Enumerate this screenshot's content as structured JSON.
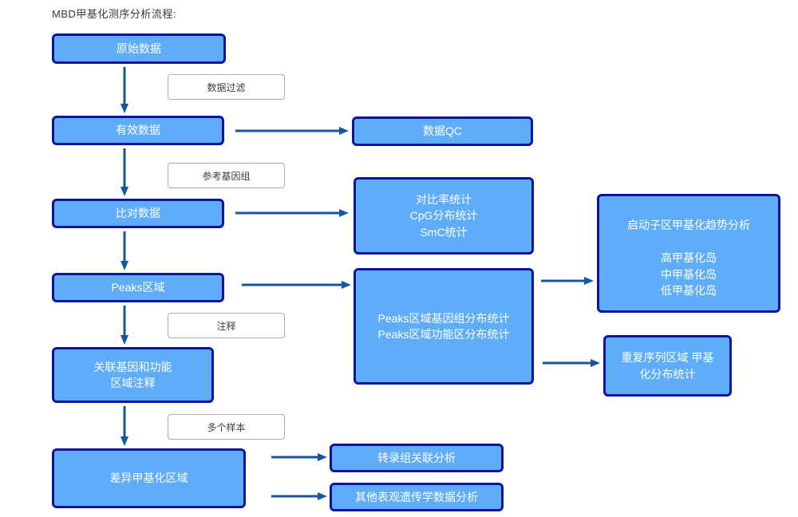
{
  "title": "MBD甲基化测序分析流程:",
  "nodes": {
    "raw_data": {
      "lines": [
        "原始数据"
      ]
    },
    "valid_data": {
      "lines": [
        "有效数据"
      ]
    },
    "data_qc": {
      "lines": [
        "数据QC"
      ]
    },
    "aligned_data": {
      "lines": [
        "比对数据"
      ]
    },
    "align_stats": {
      "lines": [
        "对比率统计",
        "CpG分布统计",
        "SmC统计"
      ]
    },
    "peaks_region": {
      "lines": [
        "Peaks区域"
      ]
    },
    "peaks_stats": {
      "lines": [
        "Peaks区域基因组分布统计",
        "Peaks区域功能区分布统计"
      ]
    },
    "promoter_trend": {
      "heading": "启动子区甲基化趋势分析",
      "sublines": [
        "高甲基化岛",
        "中甲基化岛",
        "低甲基化岛"
      ]
    },
    "repeat_stats": {
      "lines": [
        "重复序列区域 甲基",
        "化分布统计"
      ]
    },
    "gene_func_annot": {
      "lines": [
        "关联基因和功能",
        "区域注释"
      ]
    },
    "diff_methyl": {
      "lines": [
        "差异甲基化区域"
      ]
    },
    "transcriptome": {
      "lines": [
        "转录组关联分析"
      ]
    },
    "other_epigenetic": {
      "lines": [
        "其他表观遗传学数据分析"
      ]
    }
  },
  "annotations": {
    "data_filter": "数据过滤",
    "ref_genome": "参考基因组",
    "annotation": "注释",
    "multi_sample": "多个样本"
  },
  "colors": {
    "node_fill": "#5fadf8",
    "node_border": "#0a14a0",
    "arrow": "#15579f",
    "label_border": "#ababab",
    "label_text": "#3f3f3f",
    "title_text": "#3a3a3a"
  }
}
